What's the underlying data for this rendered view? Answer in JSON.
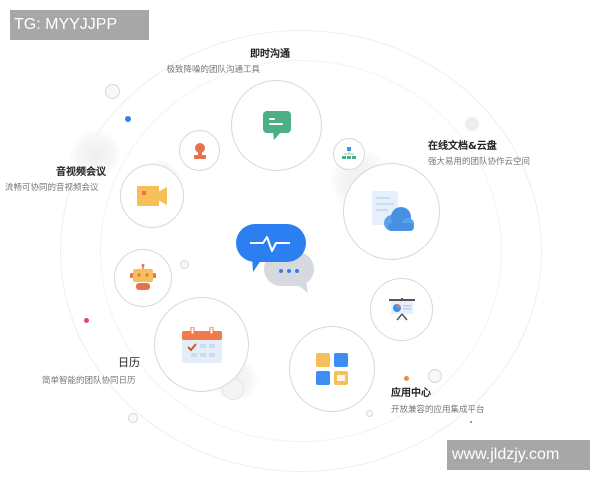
{
  "watermarks": {
    "top_left": "TG: MYYJJPP",
    "bottom_right": "www.jldzjy.com"
  },
  "features": [
    {
      "id": "im",
      "title": "即时沟通",
      "subtitle": "极致降噪的团队沟通工具",
      "icon": "chat-bubble-icon",
      "color": "#4caf85"
    },
    {
      "id": "docs",
      "title": "在线文档&云盘",
      "subtitle": "强大易用的团队协作云空间",
      "icon": "cloud-document-icon",
      "color": "#4a90e2"
    },
    {
      "id": "video",
      "title": "音视频会议",
      "subtitle": "流畅可协同的音视频会议",
      "icon": "video-camera-icon",
      "color": "#f6bf5a"
    },
    {
      "id": "calendar",
      "title": "日历",
      "subtitle": "简单智能的团队协同日历",
      "icon": "calendar-icon",
      "color": "#ef7a4b"
    },
    {
      "id": "apps",
      "title": "应用中心",
      "subtitle": "开放兼容的应用集成平台",
      "icon": "app-grid-icon",
      "color": "#3d8ef0"
    }
  ],
  "small_icons": [
    {
      "name": "contact-person-icon",
      "color": "#e8734a"
    },
    {
      "name": "org-chart-icon",
      "color": "#4caf85"
    },
    {
      "name": "robot-icon",
      "color": "#f6bf5a"
    },
    {
      "name": "presentation-board-icon",
      "color": "#3d8ef0"
    }
  ],
  "center": {
    "icon": "messenger-pulse-icon",
    "primary_color": "#2b7ff0",
    "secondary_color": "#d6d9de"
  }
}
